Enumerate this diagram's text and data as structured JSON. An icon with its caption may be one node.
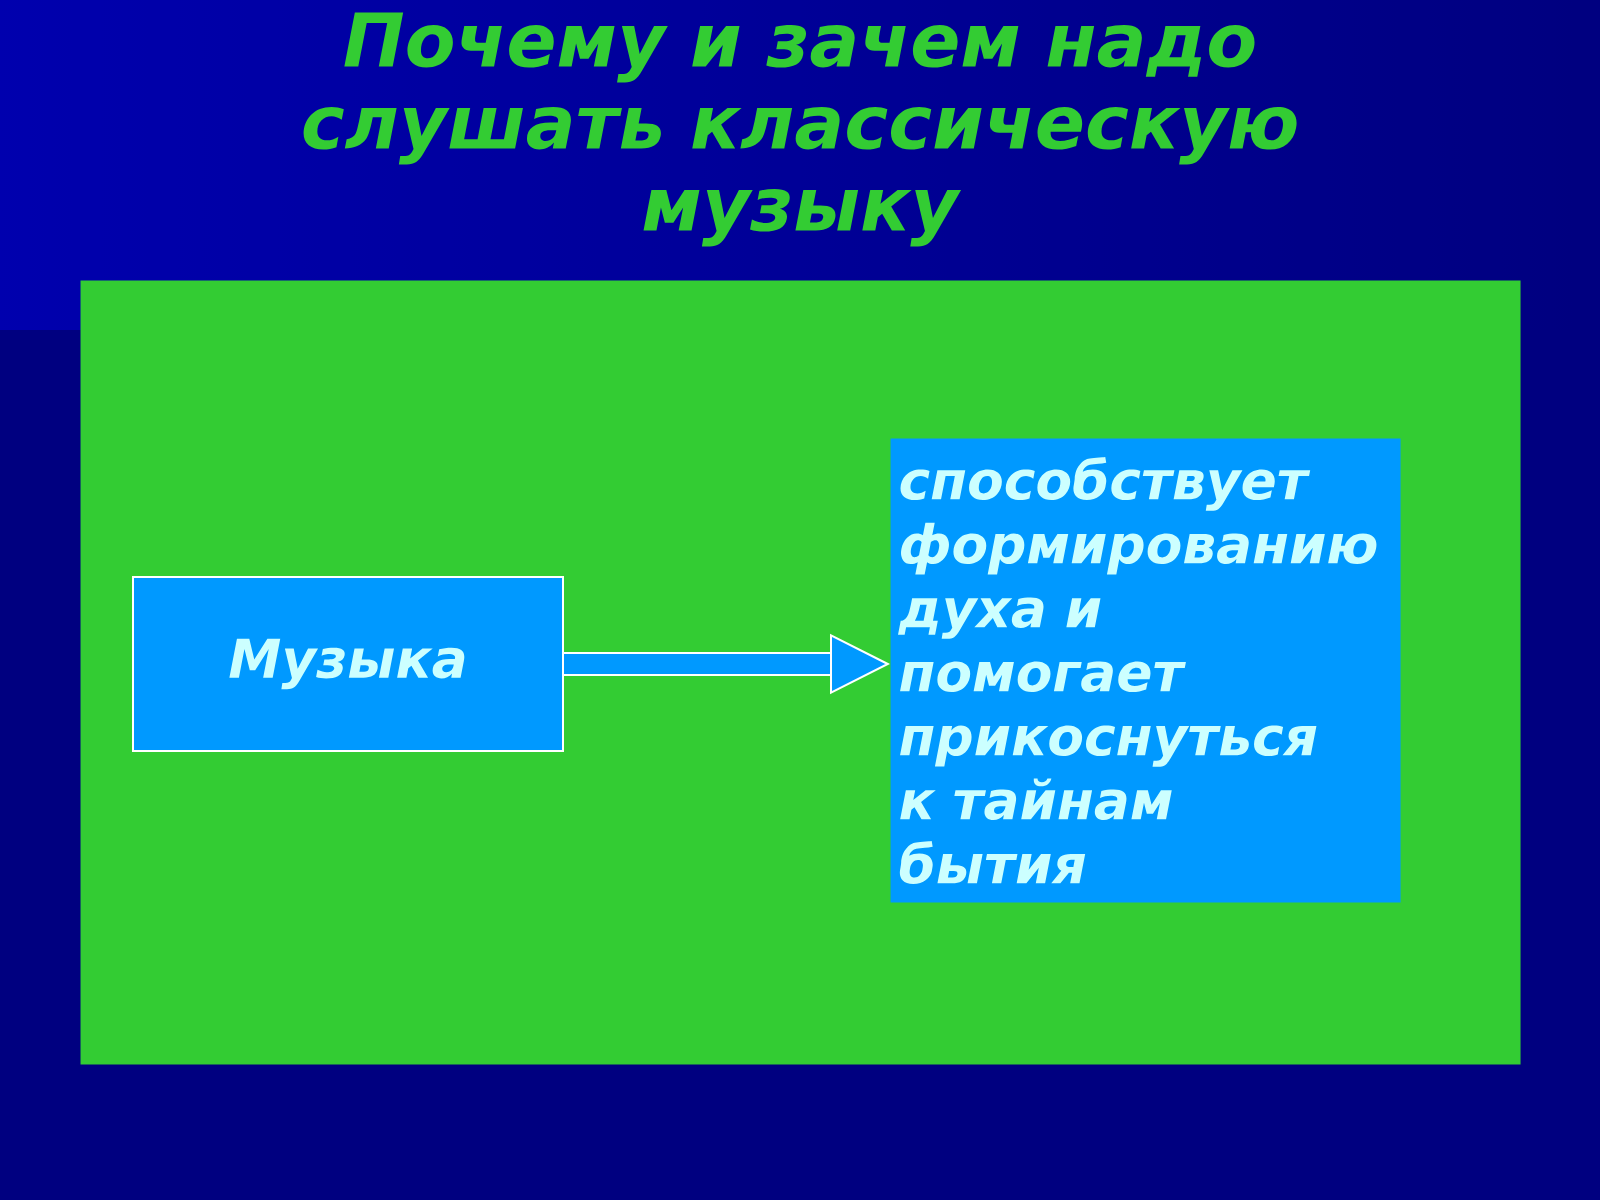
{
  "diagram": {
    "title": "Почему и зачем надо слушать классическую музыку",
    "nodes": [
      {
        "text": [],
        "shape": "box"
      },
      {
        "text": [
          "Музыка"
        ],
        "in": 0
      },
      {
        "text": [
          "способствует формированию духа и помогает прикоснуться к тайнам бытия"
        ],
        "in": 0
      }
    ],
    "edges": [
      {
        "from": 1,
        "to": 2,
        "arrow": "to"
      }
    ]
  }
}
